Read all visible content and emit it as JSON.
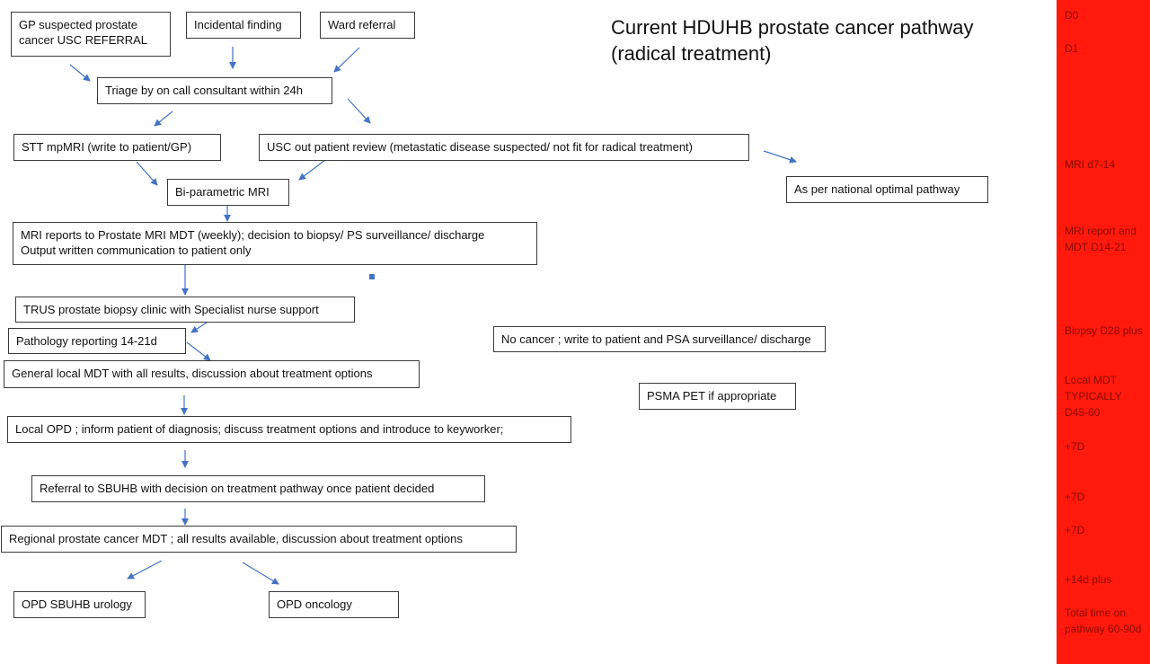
{
  "title": "Current HDUHB  prostate cancer pathway (radical treatment)",
  "colors": {
    "arrow": "#4472c4",
    "timeline": "#ff1a0d",
    "timeline_text": "#8a0a00"
  },
  "nodes": {
    "gp_referral": "GP suspected prostate cancer USC REFERRAL",
    "incidental": "Incidental finding",
    "ward_referral": "Ward referral",
    "triage": "Triage by on call consultant within 24h",
    "stt_mpmri": "STT mpMRI  (write to patient/GP)",
    "usc_review": "USC out patient review (metastatic disease suspected/ not fit for radical treatment)",
    "national_pathway": "As per national optimal pathway",
    "biparametric_mri": "Bi-parametric MRI",
    "mri_mdt_line1": "MRI reports to Prostate MRI MDT (weekly); decision to biopsy/ PS surveillance/ discharge",
    "mri_mdt_line2": "Output written  communication to patient only",
    "trus_biopsy": "TRUS prostate biopsy clinic with Specialist nurse support",
    "pathology": "Pathology reporting 14-21d",
    "no_cancer": "No cancer ; write to patient and PSA surveillance/ discharge",
    "general_mdt": "General local MDT with all results, discussion about treatment options",
    "psma_pet": "PSMA PET if appropriate",
    "local_opd": "Local OPD ; inform patient of diagnosis; discuss treatment options and introduce to keyworker;",
    "sbuhb_referral": "Referral to  SBUHB with decision on treatment pathway once patient decided",
    "regional_mdt": "Regional prostate cancer MDT ; all results available, discussion about treatment options",
    "opd_urology": "OPD SBUHB urology",
    "opd_oncology": "OPD oncology"
  },
  "timeline": [
    "D0",
    "D1",
    "MRI d7-14",
    "MRI report and MDT D14-21",
    "Biopsy D28 plus",
    "Local MDT TYPICALLY D45-60",
    "+7D",
    "+7D",
    "+7D",
    "+14d plus",
    "Total time on pathway 60-90d"
  ]
}
